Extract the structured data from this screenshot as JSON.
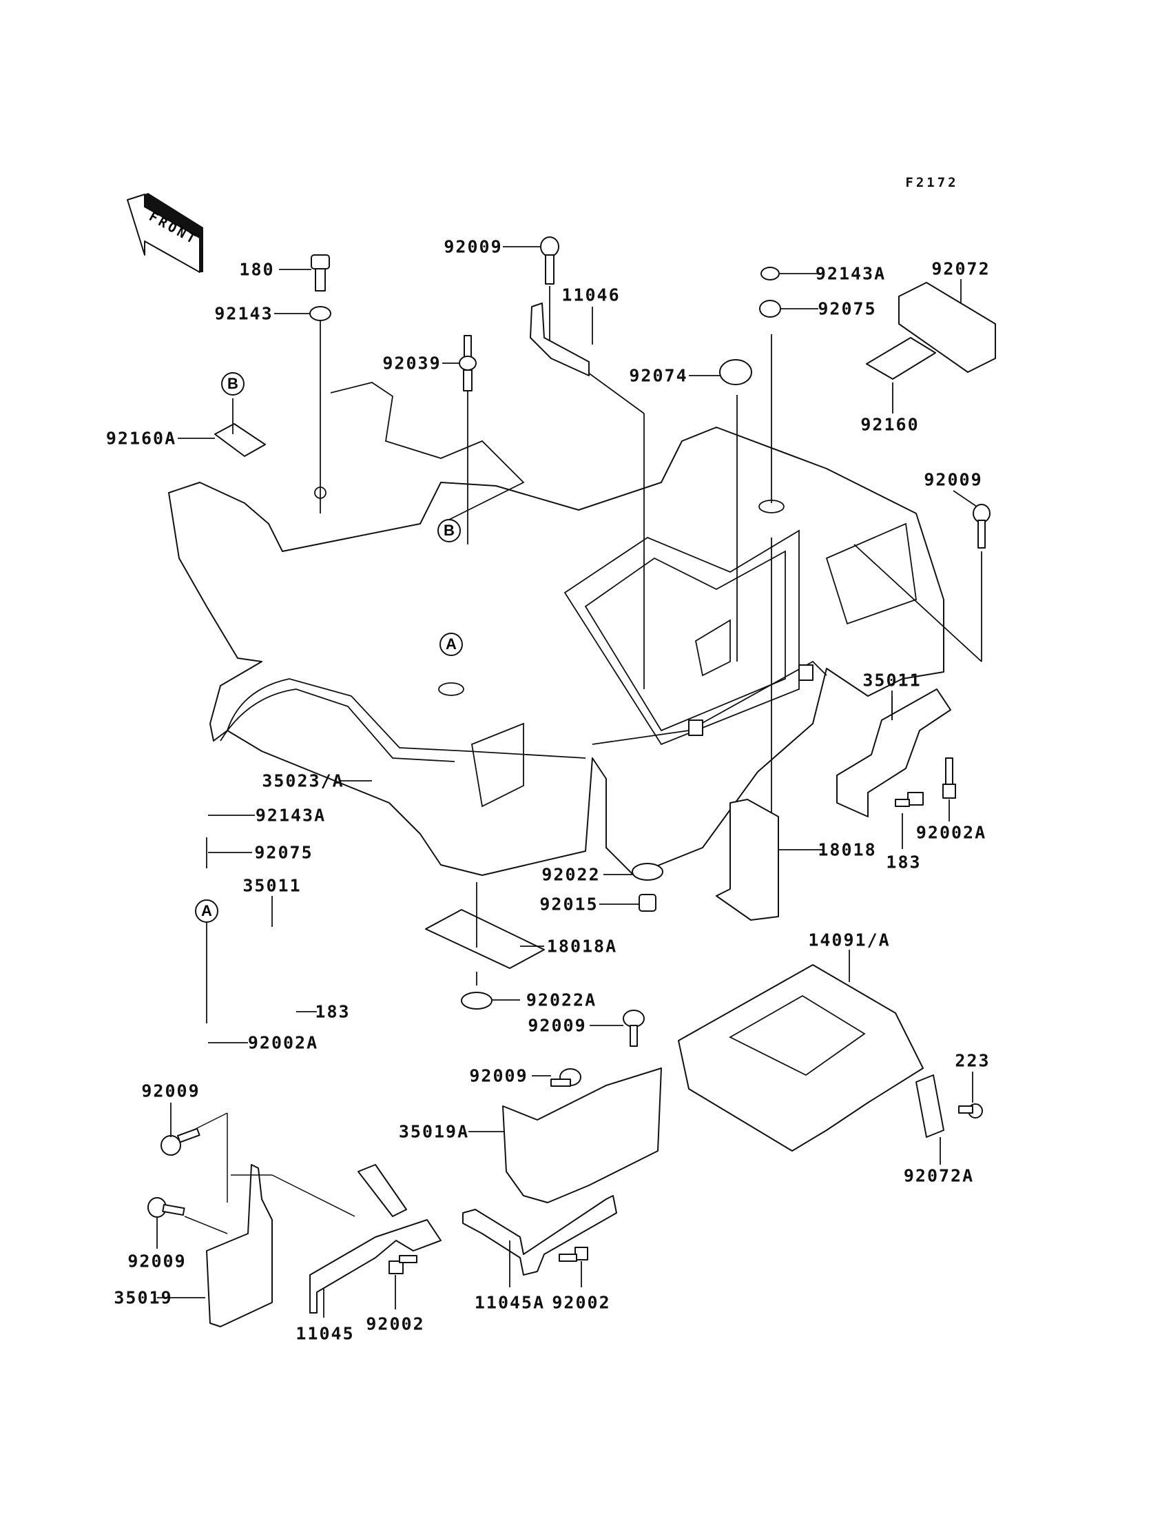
{
  "figure_code": "F2172",
  "orientation_arrow": {
    "label": "FRONT",
    "icon": "front-arrow-icon"
  },
  "reference_callouts": [
    "A",
    "B"
  ],
  "parts": [
    {
      "id": "p180",
      "label": "180",
      "part": "bolt"
    },
    {
      "id": "p92143",
      "label": "92143",
      "part": "collar"
    },
    {
      "id": "p92009a",
      "label": "92009",
      "part": "screw"
    },
    {
      "id": "p11046",
      "label": "11046",
      "part": "bracket"
    },
    {
      "id": "p92039",
      "label": "92039",
      "part": "stud"
    },
    {
      "id": "p92143Aa",
      "label": "92143A",
      "part": "collar"
    },
    {
      "id": "p92075a",
      "label": "92075",
      "part": "damper"
    },
    {
      "id": "p92072",
      "label": "92072",
      "part": "band"
    },
    {
      "id": "p92160",
      "label": "92160",
      "part": "pad"
    },
    {
      "id": "p92074",
      "label": "92074",
      "part": "cap"
    },
    {
      "id": "p92160A",
      "label": "92160A",
      "part": "pad"
    },
    {
      "id": "p92009b",
      "label": "92009",
      "part": "screw"
    },
    {
      "id": "p35011a",
      "label": "35011",
      "part": "bracket"
    },
    {
      "id": "p35023A",
      "label": "35023/A",
      "part": "rear fender"
    },
    {
      "id": "p92143Ab",
      "label": "92143A",
      "part": "collar"
    },
    {
      "id": "p92075b",
      "label": "92075",
      "part": "damper"
    },
    {
      "id": "p35011b",
      "label": "35011",
      "part": "bracket"
    },
    {
      "id": "p183a",
      "label": "183",
      "part": "bolt"
    },
    {
      "id": "p92002Aa",
      "label": "92002A",
      "part": "bolt"
    },
    {
      "id": "p92022",
      "label": "92022",
      "part": "washer"
    },
    {
      "id": "p92015",
      "label": "92015",
      "part": "nut"
    },
    {
      "id": "p18018",
      "label": "18018",
      "part": "bracket"
    },
    {
      "id": "p183b",
      "label": "183",
      "part": "bolt"
    },
    {
      "id": "p92002Ab",
      "label": "92002A",
      "part": "bolt"
    },
    {
      "id": "p18018A",
      "label": "18018A",
      "part": "plate"
    },
    {
      "id": "p92022A",
      "label": "92022A",
      "part": "washer"
    },
    {
      "id": "p92009c",
      "label": "92009",
      "part": "screw"
    },
    {
      "id": "p14091A",
      "label": "14091/A",
      "part": "cover"
    },
    {
      "id": "p223",
      "label": "223",
      "part": "screw"
    },
    {
      "id": "p92072A",
      "label": "92072A",
      "part": "band"
    },
    {
      "id": "p92009d",
      "label": "92009",
      "part": "screw"
    },
    {
      "id": "p35019A",
      "label": "35019A",
      "part": "mud flap"
    },
    {
      "id": "p92009e",
      "label": "92009",
      "part": "screw"
    },
    {
      "id": "p92009f",
      "label": "92009",
      "part": "screw"
    },
    {
      "id": "p35019",
      "label": "35019",
      "part": "mud flap"
    },
    {
      "id": "p11045",
      "label": "11045",
      "part": "bracket"
    },
    {
      "id": "p92002a",
      "label": "92002",
      "part": "bolt"
    },
    {
      "id": "p11045A",
      "label": "11045A",
      "part": "bracket"
    },
    {
      "id": "p92002b",
      "label": "92002",
      "part": "bolt"
    }
  ]
}
